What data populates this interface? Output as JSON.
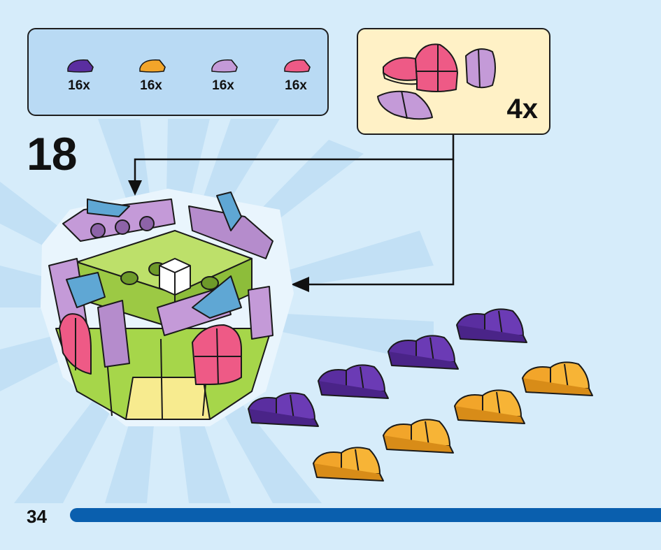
{
  "page": {
    "step_number": "18",
    "page_number": "34"
  },
  "parts_list": [
    {
      "name": "dark-purple-quarter-tile",
      "color": "#5a2ea0",
      "count": "16x"
    },
    {
      "name": "orange-quarter-tile",
      "color": "#f2a52a",
      "count": "16x"
    },
    {
      "name": "lavender-quarter-tile",
      "color": "#c49ad8",
      "count": "16x"
    },
    {
      "name": "pink-quarter-tile",
      "color": "#ee5a86",
      "count": "16x"
    }
  ],
  "sub_assembly": {
    "multiplier": "4x"
  },
  "colors": {
    "background": "#d6ecfa",
    "parts_box": "#b9daf4",
    "sub_box": "#fff1c6",
    "page_bar": "#0a5fae",
    "lime": "#a6d64a",
    "lavender": "#c49ad8",
    "pink": "#ee5a86",
    "blue_slope": "#5fa7d4"
  }
}
